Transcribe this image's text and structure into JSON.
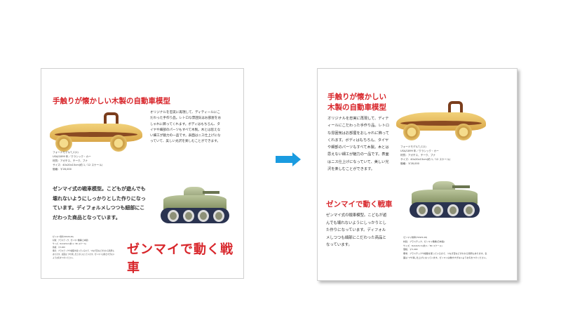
{
  "before": {
    "car_heading": "手触りが懐かしい木製の自動車模型",
    "car_body": "オリジナルを忠実に再現して、ディティールにこだわった手作り品。レトロな雰囲気はお部屋をおしゃれに飾ってくれます。ボディはもちろん、タイヤや細部のパーツもすべて木製。木とは思えない細工が魅力の一品です。表面はニス仕上げになっていて、美しい光沢を楽しむことができます。",
    "car_caption": [
      "フォードモデルT_C(1)",
      "USA/1899 年／クラシック・カー",
      "材質：アガチス、チーク、ブナ",
      "サイズ：40x20x15cm(約 1／12 スケール)",
      "価格：￥28,000"
    ],
    "tank_body": "ゼンマイ式の戦車模型。こどもが遊んでも壊れないようにしっかりとした作りになっています。ディフォルメしつつも細部にこだわった商品となっています。",
    "tank_caption": [
      "ゼンマイ戦車(TOSHI.28)",
      "材質：プラスチック、ゼンマイ機構(日本製)",
      "サイズ：8x14x5cm(約 1／80 スケール)",
      "価格：￥5,400",
      "備考：プラスチックや樹脂を使っているので、つなぎ目などがわかる箇所もあります。表面は つや消し仕上げになっています。ゼンマイは巻きすぎないようお気をつけください。"
    ],
    "tank_heading": "ゼンマイで動く戦車"
  },
  "after": {
    "car_heading_line1": "手触りが懐かしい",
    "car_heading_line2": "木製の自動車模型",
    "car_body": "オリジナルを忠実に再現して、ディティールにこだわった手作り品。レトロな雰囲気はお部屋をおしゃれに飾ってくれます。ボディはもちろん、タイヤや細部のパーツもすべて木製。木とは思えない細工が魅力の一品です。表面はニス仕上げになっていて、美しい光沢を楽しむことができます。",
    "car_caption": [
      "フォードモデルT_C(1)",
      "USA/1899 年／クラシック・カー",
      "材質：アガチス、チーク、ブナ",
      "サイズ：40x20x15cm(約 1／12 スケール)",
      "価格：￥28,000"
    ],
    "tank_heading": "ゼンマイで動く戦車",
    "tank_body": "ゼンマイ式の戦車模型。こどもが遊んでも壊れないようにしっかりとした作りになっています。ディフォルメしつつも細部にこだわった商品となっています。",
    "tank_caption": [
      "ゼンマイ戦車(TOSHI.28)",
      "材質：プラスチック、ゼンマイ機構(日本製)",
      "サイズ：8x14x5cm(約 1／80 スケール)",
      "価格：￥5,400",
      "備考：プラスチックや樹脂を使っているので、つなぎ目などがわかる箇所もあります。表面は つや消し仕上げになっています。ゼンマイは巻きすぎないようお気をつけください。"
    ]
  },
  "colors": {
    "heading": "#d8262b",
    "arrow": "#1a9be0"
  }
}
